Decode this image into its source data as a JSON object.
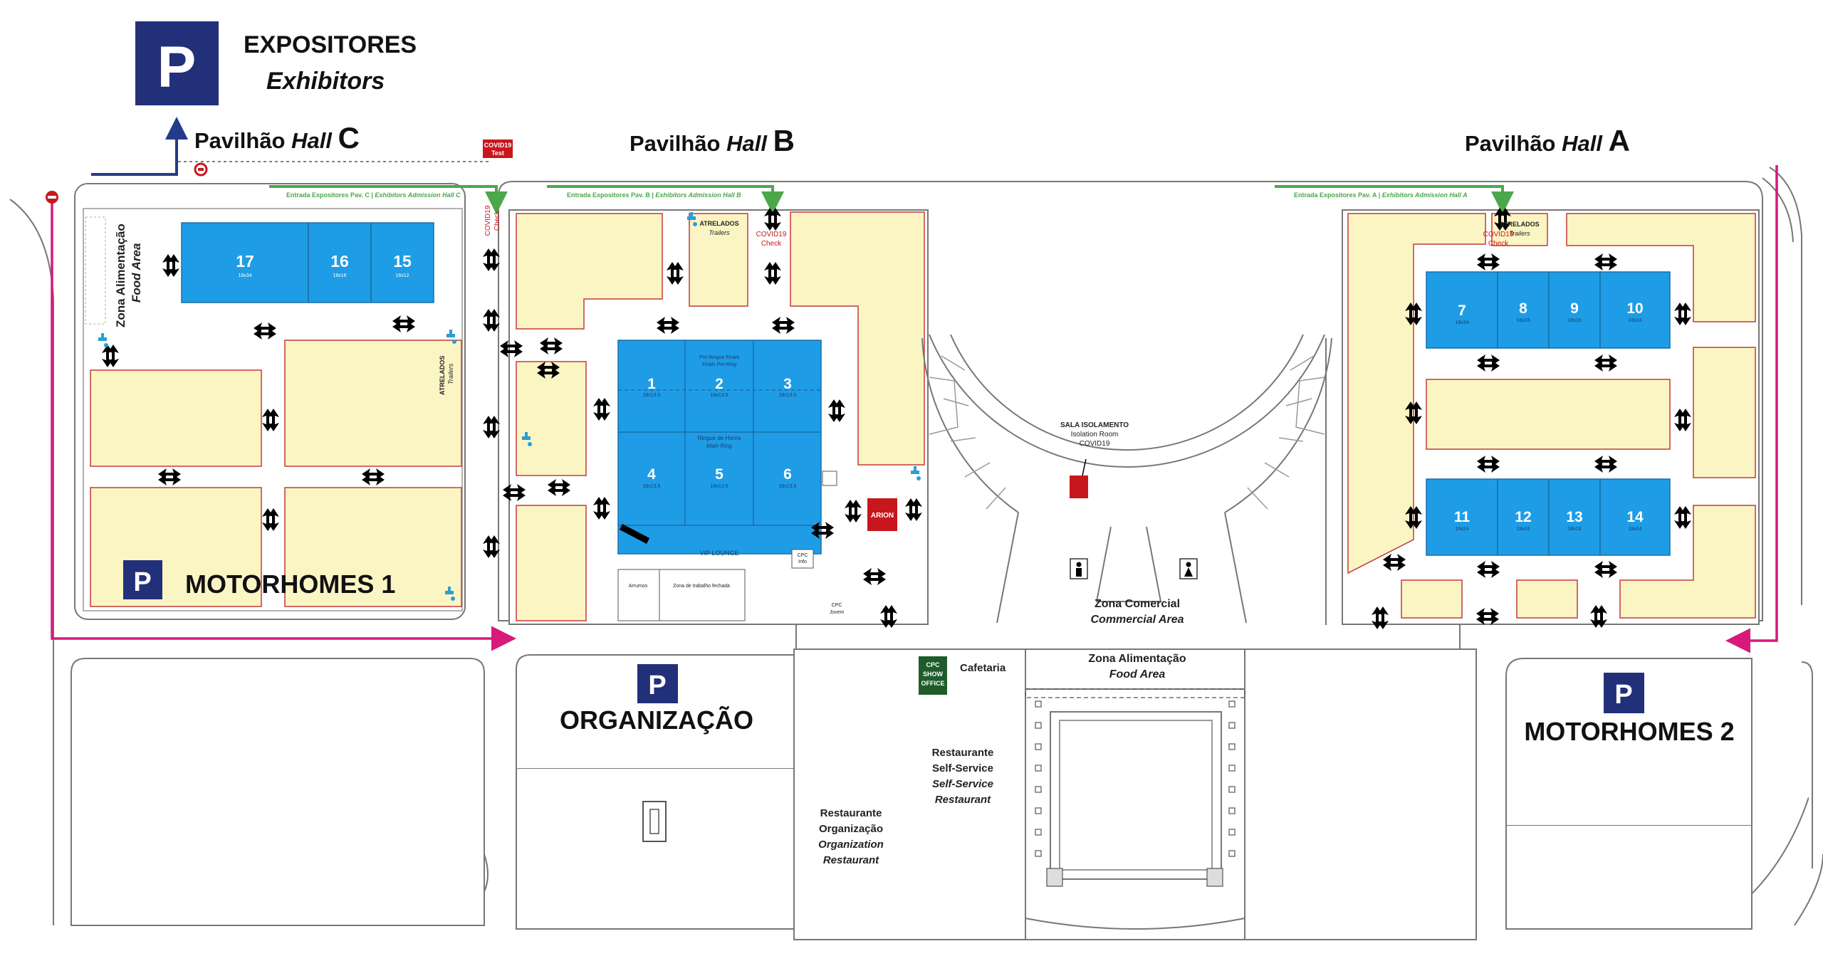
{
  "colors": {
    "stand": "#fbf5c4",
    "stand_border": "#c43a3a",
    "ring": "#1f9ce6",
    "parking": "#22307a",
    "route_magenta": "#d6197a",
    "route_green": "#4aa84a",
    "route_navy": "#243a8a",
    "covid_red": "#c8161d",
    "show_office": "#1e5c2a",
    "water": "#2a9fd6",
    "outline": "#555555"
  },
  "header": {
    "parking_symbol": "P",
    "exhibitors_pt": "EXPOSITORES",
    "exhibitors_en": "Exhibitors"
  },
  "halls": {
    "c": {
      "pt": "Pavilhão",
      "en": "Hall",
      "letter": "C"
    },
    "b": {
      "pt": "Pavilhão",
      "en": "Hall",
      "letter": "B"
    },
    "a": {
      "pt": "Pavilhão",
      "en": "Hall",
      "letter": "A"
    }
  },
  "covid_test": {
    "line1": "COVID19",
    "line2": "Test"
  },
  "covid_check": {
    "line1": "COVID19",
    "line2": "Check"
  },
  "admissions": {
    "c": {
      "pt": "Entrada Expositores Pav. C",
      "en": "Exhibitors Admission Hall C"
    },
    "b": {
      "pt": "Entrada Expositores Pav. B",
      "en": "Exhibitors Admission Hall B"
    },
    "a": {
      "pt": "Entrada Expositores Pav. A",
      "en": "Exhibitors Admission Hall A"
    }
  },
  "hall_c": {
    "food_pt": "Zona Alimentação",
    "food_en": "Food Area",
    "trailers_pt": "ATRELADOS",
    "trailers_en": "Trailers",
    "rings": [
      {
        "num": "17",
        "size": "18x34"
      },
      {
        "num": "16",
        "size": "18x16"
      },
      {
        "num": "15",
        "size": "16x12"
      }
    ]
  },
  "hall_b": {
    "trailers_pt": "ATRELADOS",
    "trailers_en": "Trailers",
    "pre_ring_pt": "Pré-Ringue Finais",
    "pre_ring_en": "Finals Pre-Ring",
    "main_ring_pt": "Ringue de Honra",
    "main_ring_en": "Main Ring",
    "vip": "VIP LOUNGE",
    "cpc_info_1": "CPC",
    "cpc_info_2": "Info",
    "storage": "Arrumos",
    "closed_work": "Zona de trabalho fechada",
    "cpc_jovem_1": "CPC",
    "cpc_jovem_2": "Jovem",
    "arion": "ARION",
    "rings": [
      {
        "num": "1",
        "size": "18x13.5"
      },
      {
        "num": "2",
        "size": "18x13.5"
      },
      {
        "num": "3",
        "size": "18x13.5"
      },
      {
        "num": "4",
        "size": "18x13.5"
      },
      {
        "num": "5",
        "size": "18x13.5"
      },
      {
        "num": "6",
        "size": "18x13.5"
      }
    ]
  },
  "hall_a": {
    "trailers_pt": "ATRELADOS",
    "trailers_en": "Trailers",
    "rings": [
      {
        "num": "7",
        "size": "18x34"
      },
      {
        "num": "8",
        "size": "18x16"
      },
      {
        "num": "9",
        "size": "18x16"
      },
      {
        "num": "10",
        "size": "18x24"
      },
      {
        "num": "11",
        "size": "18x24"
      },
      {
        "num": "12",
        "size": "18x16"
      },
      {
        "num": "13",
        "size": "18x16"
      },
      {
        "num": "14",
        "size": "18x14"
      }
    ]
  },
  "center": {
    "isolation_1": "SALA ISOLAMENTO",
    "isolation_2": "Isolation Room",
    "isolation_3": "COVID19",
    "commercial_pt": "Zona Comercial",
    "commercial_en": "Commercial Area",
    "food_pt": "Zona Alimentação",
    "food_en": "Food Area",
    "cafeteria": "Cafetaria",
    "show_office_1": "CPC",
    "show_office_2": "SHOW",
    "show_office_3": "OFFICE",
    "self_service_pt1": "Restaurante",
    "self_service_pt2": "Self-Service",
    "self_service_en1": "Self-Service",
    "self_service_en2": "Restaurant",
    "org_rest_pt1": "Restaurante",
    "org_rest_pt2": "Organização",
    "org_rest_en1": "Organization",
    "org_rest_en2": "Restaurant"
  },
  "parking_areas": {
    "motorhomes_1": "MOTORHOMES 1",
    "organizacao": "ORGANIZAÇÃO",
    "motorhomes_2": "MOTORHOMES 2"
  }
}
